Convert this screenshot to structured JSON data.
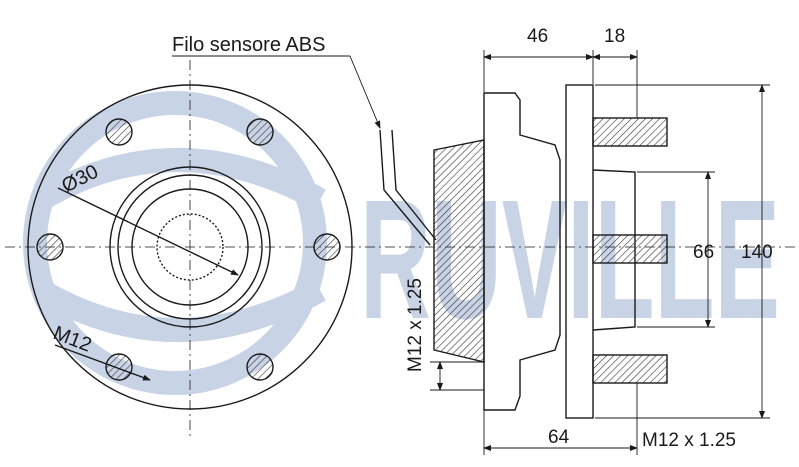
{
  "watermark": {
    "text": "RUVILLE",
    "color": "#c9d3e6"
  },
  "labels": {
    "abs_wire": "Filo sensore ABS",
    "diameter": "Ø30",
    "bolt_thread_front": "M12",
    "thread_side": "M12 x 1.25",
    "thread_bottom": "M12 x 1.25"
  },
  "dimensions": {
    "width_flange": "46",
    "width_stud": "18",
    "pilot_diameter": "66",
    "overall_diameter": "140",
    "overall_length": "64"
  },
  "colors": {
    "line": "#1a1a1a",
    "hatch": "#333333"
  }
}
